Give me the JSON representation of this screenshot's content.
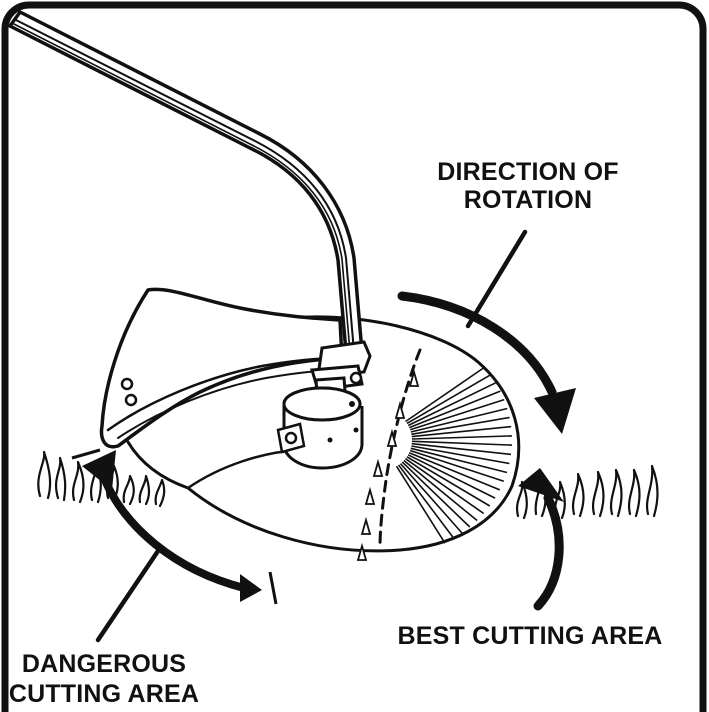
{
  "labels": {
    "direction_line1": "DIRECTION OF",
    "direction_line2": "ROTATION",
    "best": "BEST CUTTING AREA",
    "danger_line1": "DANGEROUS",
    "danger_line2": "CUTTING AREA"
  },
  "colors": {
    "ink": "#111111",
    "background": "#ffffff"
  }
}
